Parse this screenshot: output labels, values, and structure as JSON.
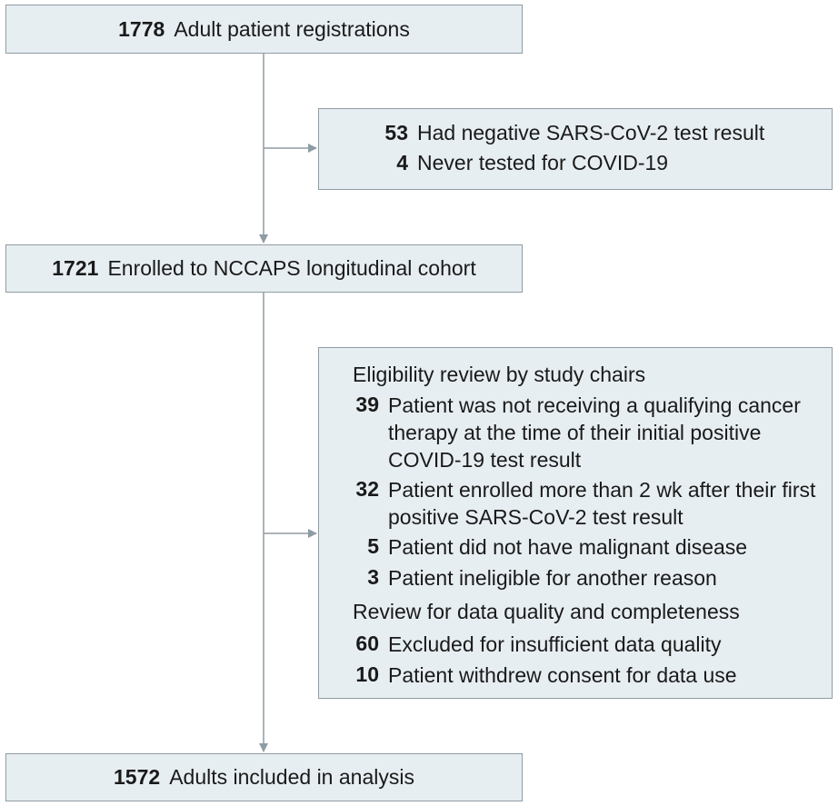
{
  "registrations": {
    "count": "1778",
    "label": "Adult patient registrations"
  },
  "exclusion_1": {
    "items": [
      {
        "count": "53",
        "label": "Had negative SARS-CoV-2 test result"
      },
      {
        "count": "4",
        "label": "Never tested for COVID-19"
      }
    ]
  },
  "enrolled": {
    "count": "1721",
    "label": "Enrolled to NCCAPS longitudinal cohort"
  },
  "exclusion_2": {
    "eligibility_heading": "Eligibility review by study chairs",
    "eligibility_items": [
      {
        "count": "39",
        "label": "Patient was not receiving a qualifying cancer therapy at the time of their initial positive COVID-19 test result"
      },
      {
        "count": "32",
        "label": "Patient enrolled more than 2 wk after their first positive SARS-CoV-2 test result"
      },
      {
        "count": "5",
        "label": "Patient did not have malignant disease"
      },
      {
        "count": "3",
        "label": "Patient ineligible for another reason"
      }
    ],
    "quality_heading": "Review for data quality and completeness",
    "quality_items": [
      {
        "count": "60",
        "label": "Excluded for insufficient data quality"
      },
      {
        "count": "10",
        "label": "Patient withdrew consent for data use"
      }
    ]
  },
  "included": {
    "count": "1572",
    "label": "Adults included in analysis"
  }
}
